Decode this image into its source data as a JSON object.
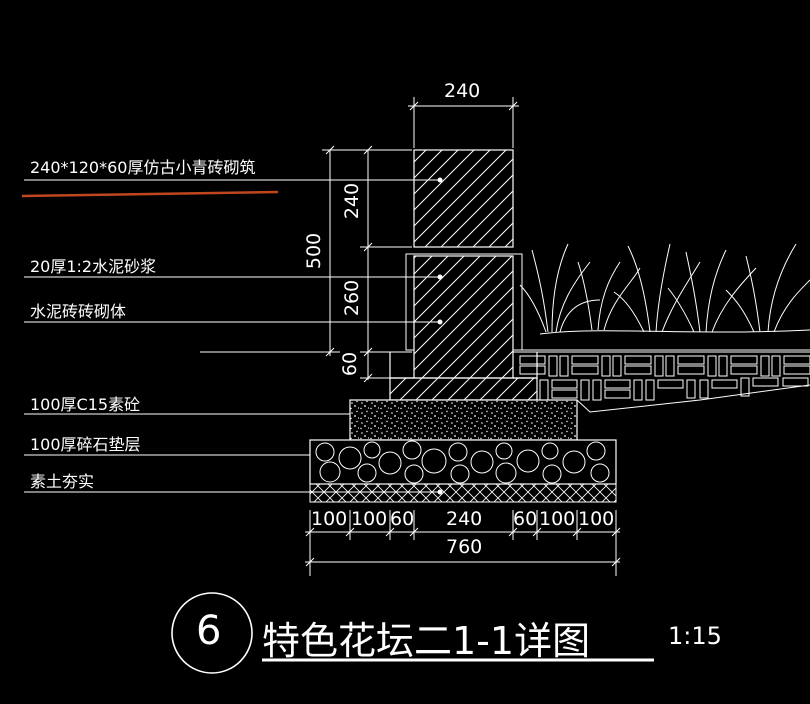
{
  "callouts": [
    "240*120*60厚仿古小青砖砌筑",
    "20厚1:2水泥砂浆",
    "水泥砖砖砌体",
    "100厚C15素砼",
    "100厚碎石垫层",
    "素土夯实"
  ],
  "dims": {
    "top": "240",
    "wall_total": "500",
    "wall_upper": "240",
    "wall_mid": "260",
    "wall_low": "60",
    "bottom_segments": [
      "100",
      "100",
      "60",
      "240",
      "60",
      "100",
      "100"
    ],
    "bottom_total": "760"
  },
  "title": {
    "number": "6",
    "text": "特色花坛二1-1详图",
    "scale": "1:15"
  },
  "colors": {
    "background": "#000000",
    "lines": "#ffffff",
    "accent_underline": "#c0471d"
  }
}
